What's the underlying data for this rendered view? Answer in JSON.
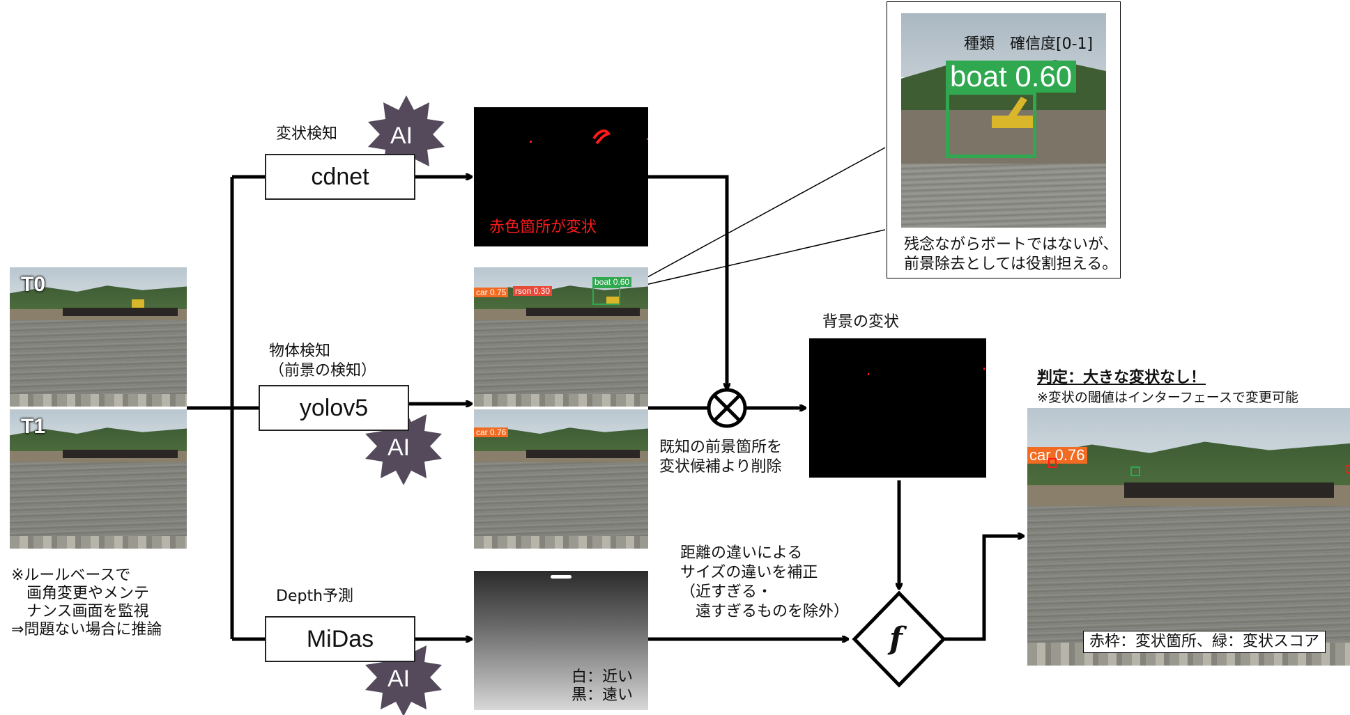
{
  "inputs": {
    "t0_label": "T0",
    "t1_label": "T1",
    "rule_note": [
      "※ルールベースで",
      "　画角変更やメンテ",
      "　ナンス画面を監視",
      "⇒問題ない場合に推論"
    ]
  },
  "branches": {
    "cdnet": {
      "caption": "変状検知",
      "model": "cdnet",
      "output_note": "赤色箇所が変状"
    },
    "yolo": {
      "caption_lines": [
        "物体検知",
        "（前景の検知）"
      ],
      "model": "yolov5"
    },
    "midas": {
      "caption": "Depth予測",
      "model": "MiDas",
      "depth_legend": [
        "白：近い",
        "黒：遠い"
      ]
    }
  },
  "ai_badge": "AI",
  "detections": {
    "t0": [
      {
        "label": "car 0.75",
        "color": "#f26b22"
      },
      {
        "label": "rson 0.30",
        "color": "#e84a3a"
      },
      {
        "label": "boat 0.60",
        "color": "#2fa84f"
      }
    ],
    "t1": [
      {
        "label": "car 0.76",
        "color": "#f26b22"
      }
    ]
  },
  "callout": {
    "header": "種類　確信度[0-1]",
    "detection_label": "boat 0.60",
    "note_lines": [
      "残念ながらボートではないが、",
      "前景除去としては役割担える。"
    ]
  },
  "merge": {
    "operator_symbol": "⊗",
    "note_lines": [
      "既知の前景箇所を",
      "変状候補より削除"
    ],
    "background_title": "背景の変状"
  },
  "correction": {
    "note_lines": [
      "距離の違いによる",
      "サイズの違いを補正",
      "（近すぎる・",
      "　遠すぎるものを除外）"
    ],
    "function_symbol": "f"
  },
  "result": {
    "title": "判定：大きな変状なし！",
    "subtitle": "※変状の閾値はインターフェースで変更可能",
    "detection_label": "car 0.76",
    "legend": "赤枠：変状箇所、緑：変状スコア"
  },
  "colors": {
    "detection_red": "#ff1a1a",
    "ai_star": "#544a5b",
    "green_box": "#2fa84f",
    "orange_box": "#f26b22"
  }
}
